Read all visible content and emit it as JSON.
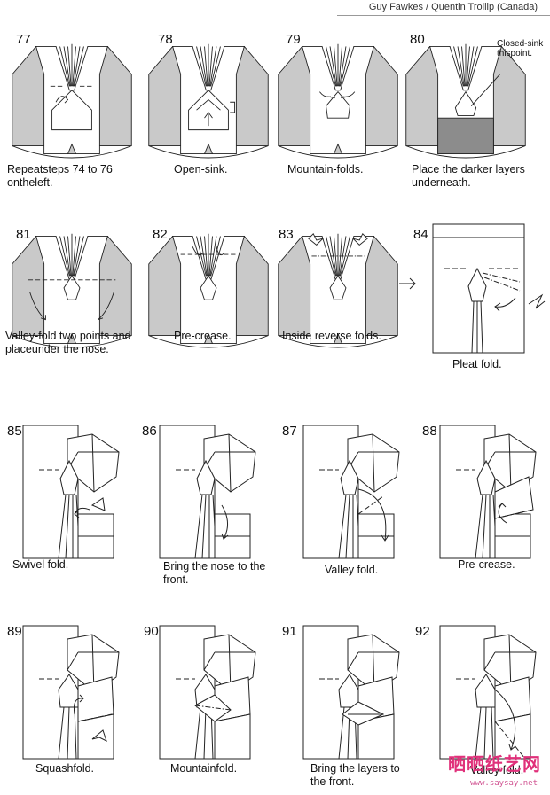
{
  "header": {
    "text": "Guy Fawkes / Quentin Trollip (Canada)"
  },
  "steps": [
    {
      "num": "77",
      "caption": "Repeatsteps 74 to 76 ontheleft."
    },
    {
      "num": "78",
      "caption": "Open-sink."
    },
    {
      "num": "79",
      "caption": "Mountain-folds."
    },
    {
      "num": "80",
      "caption": "Place the darker layers underneath."
    },
    {
      "num": "81",
      "caption": "Valley-fold two points and placeunder the nose."
    },
    {
      "num": "82",
      "caption": "Pre-crease."
    },
    {
      "num": "83",
      "caption": "Inside reverse folds."
    },
    {
      "num": "84",
      "caption": "Pleat fold."
    },
    {
      "num": "85",
      "caption": "Swivel fold."
    },
    {
      "num": "86",
      "caption": "Bring the nose to the front."
    },
    {
      "num": "87",
      "caption": "Valley fold."
    },
    {
      "num": "88",
      "caption": "Pre-crease."
    },
    {
      "num": "89",
      "caption": "Squashfold."
    },
    {
      "num": "90",
      "caption": "Mountainfold."
    },
    {
      "num": "91",
      "caption": "Bring the layers to the front."
    },
    {
      "num": "92",
      "caption": "Valley fold."
    }
  ],
  "annotations": {
    "closed_sink": "Closed-sink thispoint."
  },
  "watermark": {
    "cn": "晒晒纸艺网",
    "url": "www.saysay.net"
  }
}
